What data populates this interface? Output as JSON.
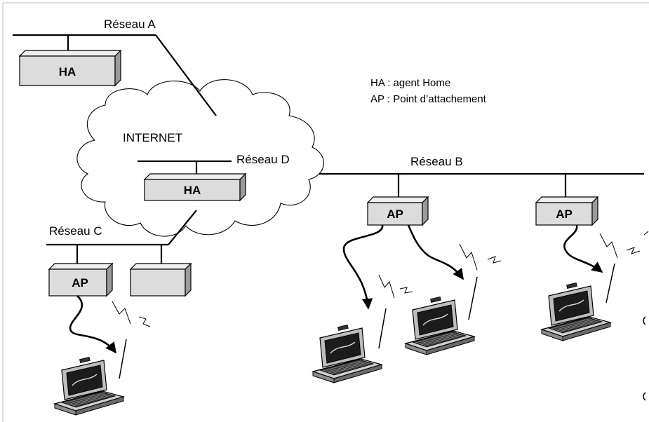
{
  "networks": {
    "a": "Réseau A",
    "b": "Réseau B",
    "c": "Réseau C",
    "d": "Réseau D"
  },
  "internet_label": "INTERNET",
  "nodes": {
    "ha_a": "HA",
    "ha_d": "HA",
    "ap_c": "AP",
    "ap_b1": "AP",
    "ap_b2": "AP"
  },
  "legend": {
    "line1": "HA : agent Home",
    "line2": "AP : Point d’attachement"
  },
  "colors": {
    "box_face": "#dcdcdc",
    "box_top": "#f0f0f0",
    "box_side": "#9a9a9a"
  }
}
